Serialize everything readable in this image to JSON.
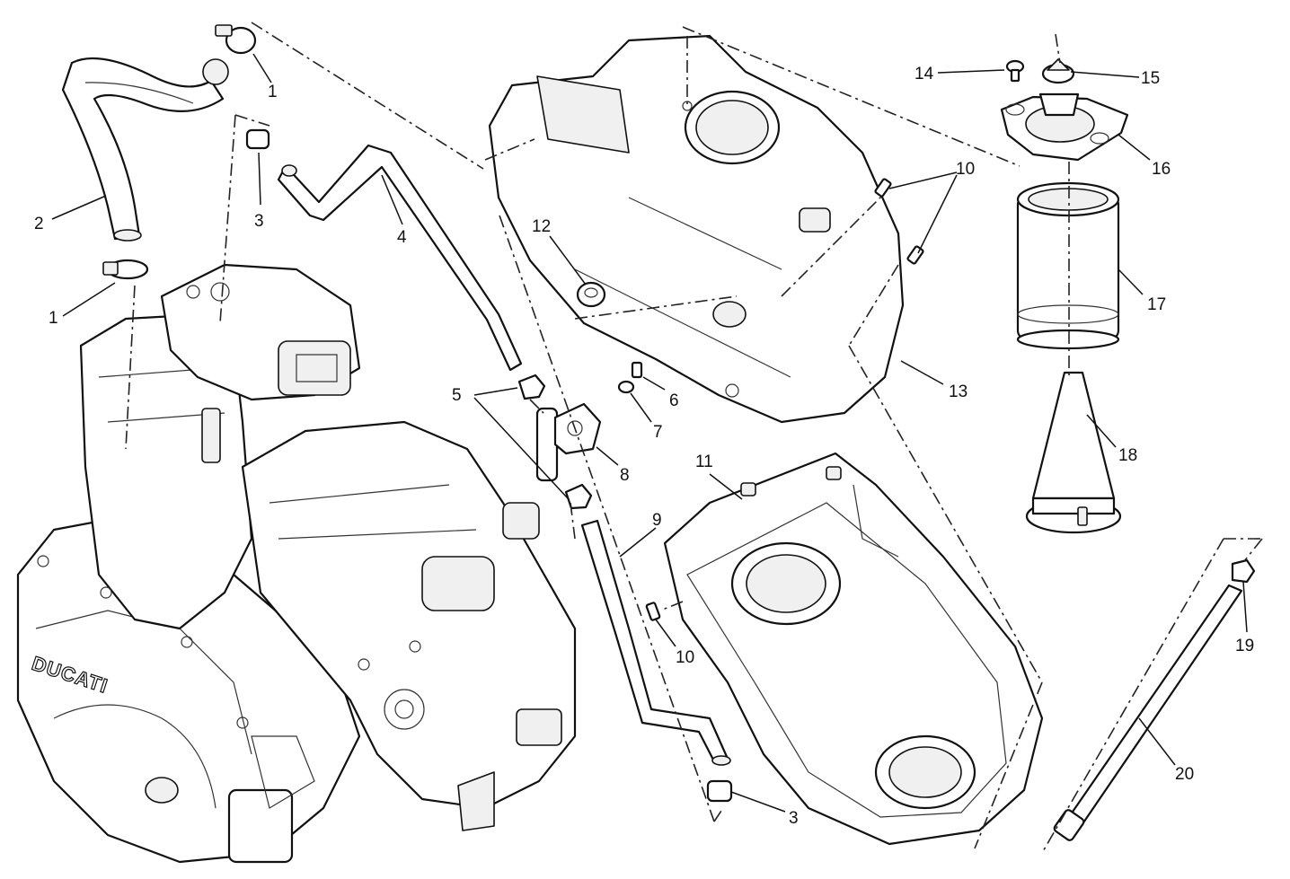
{
  "diagram": {
    "brand_text": "DUCATI",
    "callouts": [
      {
        "id": "c1a",
        "label": "1"
      },
      {
        "id": "c1b",
        "label": "1"
      },
      {
        "id": "c2",
        "label": "2"
      },
      {
        "id": "c3a",
        "label": "3"
      },
      {
        "id": "c3b",
        "label": "3"
      },
      {
        "id": "c4",
        "label": "4"
      },
      {
        "id": "c5",
        "label": "5"
      },
      {
        "id": "c6",
        "label": "6"
      },
      {
        "id": "c7",
        "label": "7"
      },
      {
        "id": "c8",
        "label": "8"
      },
      {
        "id": "c9",
        "label": "9"
      },
      {
        "id": "c10a",
        "label": "10"
      },
      {
        "id": "c10b",
        "label": "10"
      },
      {
        "id": "c11",
        "label": "11"
      },
      {
        "id": "c12",
        "label": "12"
      },
      {
        "id": "c13",
        "label": "13"
      },
      {
        "id": "c14",
        "label": "14"
      },
      {
        "id": "c15",
        "label": "15"
      },
      {
        "id": "c16",
        "label": "16"
      },
      {
        "id": "c17",
        "label": "17"
      },
      {
        "id": "c18",
        "label": "18"
      },
      {
        "id": "c19",
        "label": "19"
      },
      {
        "id": "c20",
        "label": "20"
      }
    ]
  }
}
